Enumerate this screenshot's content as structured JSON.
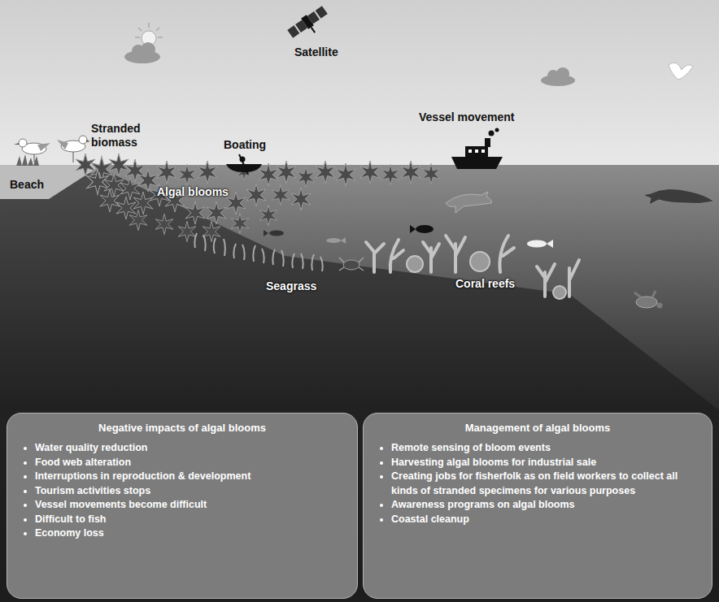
{
  "diagram": {
    "nodes": [
      {
        "text": [
          "Negative impacts of algal blooms",
          "Water quality reduction",
          "Food web alteration",
          "Interruptions in reproduction & development",
          "Tourism activities stops",
          "Vessel movements become difficult",
          "Difficult to fish",
          "Economy loss"
        ]
      },
      {
        "text": [
          "Management of algal blooms",
          "Remote sensing of bloom events",
          "Harvesting algal blooms for industrial sale",
          "Creating jobs for fisherfolk as on field workers to collect all kinds of stranded specimens for various purposes",
          "Awareness programs on algal blooms",
          "Coastal cleanup"
        ]
      }
    ],
    "labels": [
      "Satellite",
      "Stranded biomass",
      "Boating",
      "Vessel movement",
      "Beach",
      "Algal blooms",
      "Seagrass",
      "Coral reefs"
    ]
  }
}
